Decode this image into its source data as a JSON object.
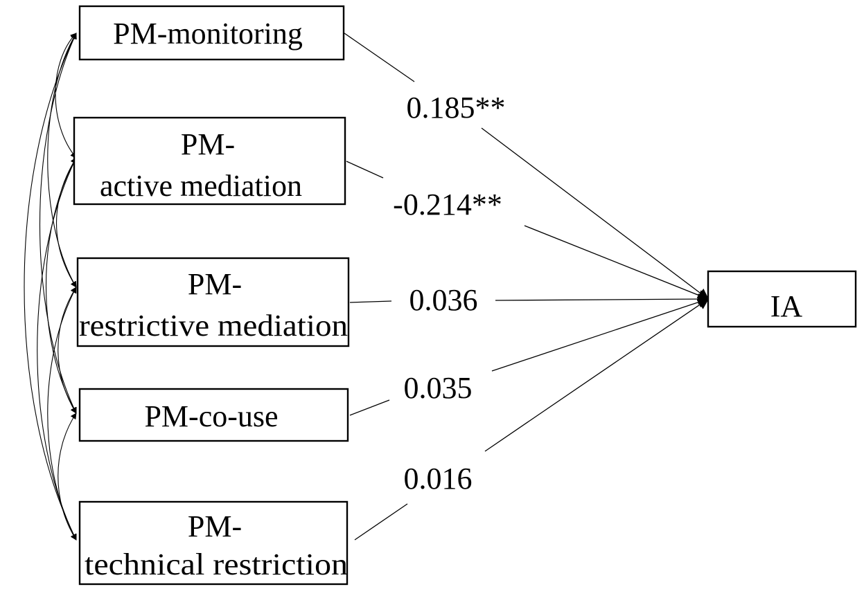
{
  "predictors": [
    {
      "id": "monitoring",
      "line1": "PM-monitoring",
      "line2": ""
    },
    {
      "id": "active",
      "line1": "PM-",
      "line2": "active mediation"
    },
    {
      "id": "restrictive",
      "line1": "PM-",
      "line2": "restrictive mediation"
    },
    {
      "id": "couse",
      "line1": "PM-co-use",
      "line2": ""
    },
    {
      "id": "technical",
      "line1": "PM-",
      "line2": "technical restriction"
    }
  ],
  "outcome": {
    "label": "IA"
  },
  "coefficients": [
    {
      "from": "monitoring",
      "value": "0.185**"
    },
    {
      "from": "active",
      "value": "-0.214**"
    },
    {
      "from": "restrictive",
      "value": "0.036"
    },
    {
      "from": "couse",
      "value": "0.035"
    },
    {
      "from": "technical",
      "value": "0.016"
    }
  ],
  "colors": {
    "stroke": "#000000",
    "background": "#ffffff"
  }
}
